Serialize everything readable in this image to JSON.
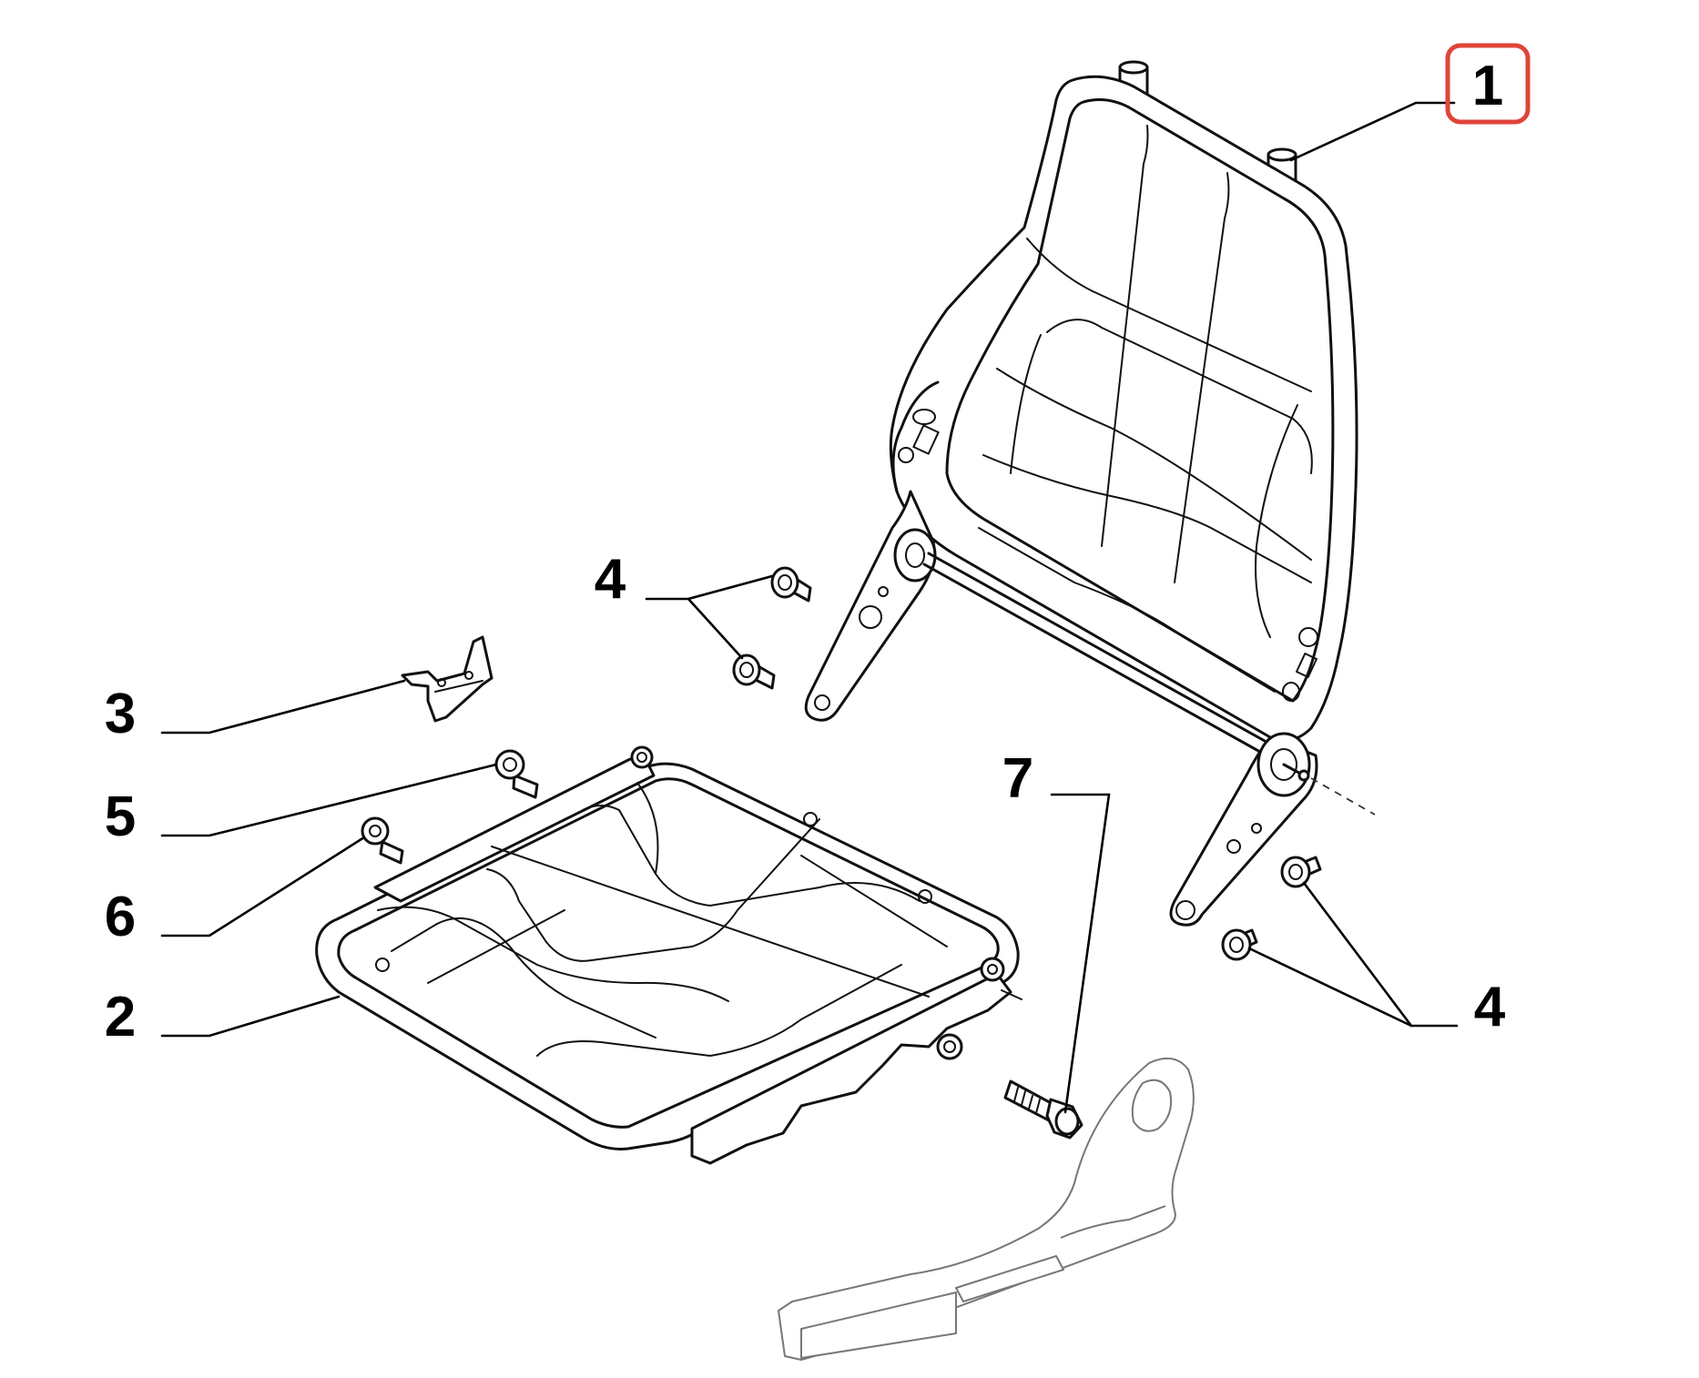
{
  "diagram": {
    "callouts": [
      {
        "id": "1",
        "text": "1",
        "part": "seat-back-frame",
        "highlighted": true
      },
      {
        "id": "4a",
        "text": "4",
        "part": "bolt-pair-left"
      },
      {
        "id": "3",
        "text": "3",
        "part": "bracket"
      },
      {
        "id": "5",
        "text": "5",
        "part": "screw"
      },
      {
        "id": "6",
        "text": "6",
        "part": "screw"
      },
      {
        "id": "2",
        "text": "2",
        "part": "seat-cushion-frame"
      },
      {
        "id": "7",
        "text": "7",
        "part": "bolt"
      },
      {
        "id": "4b",
        "text": "4",
        "part": "bolt-pair-right"
      }
    ],
    "highlight_color": "#e0443a",
    "line_color": "#111111"
  }
}
